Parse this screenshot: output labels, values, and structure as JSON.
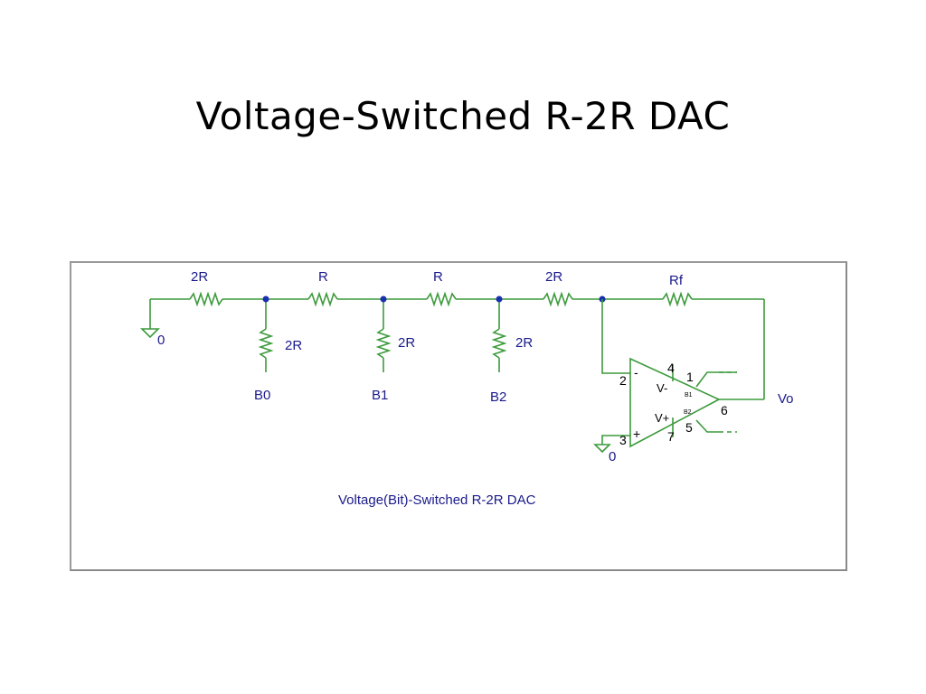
{
  "slide": {
    "title": "Voltage-Switched R-2R DAC"
  },
  "circuit": {
    "caption": "Voltage(Bit)-Switched R-2R DAC",
    "series_resistors": [
      "2R",
      "R",
      "R",
      "2R"
    ],
    "feedback_resistor": "Rf",
    "shunt_resistors": [
      "2R",
      "2R",
      "2R"
    ],
    "bit_inputs": [
      "B0",
      "B1",
      "B2"
    ],
    "ground_labels": [
      "0",
      "0"
    ],
    "output_label": "Vo",
    "opamp": {
      "pins": {
        "inv": "2",
        "noninv": "3",
        "vminus": "4",
        "vplus": "7",
        "out": "6",
        "b1pin": "1",
        "b2pin": "5"
      },
      "inv_sign": "-",
      "noninv_sign": "+",
      "vminus_label": "V-",
      "vplus_label": "V+",
      "b1_label": "B1",
      "b2_label": "B2"
    }
  }
}
